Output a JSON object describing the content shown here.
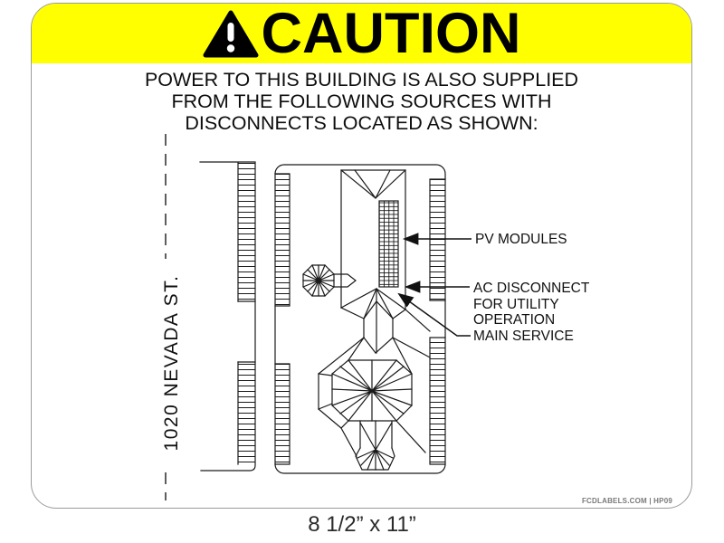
{
  "header": {
    "caution": "CAUTION",
    "banner_color": "#FFFF00",
    "text_color": "#000000"
  },
  "subtitle": {
    "lines": [
      "POWER TO THIS BUILDING IS ALSO SUPPLIED",
      "FROM THE FOLLOWING SOURCES WITH",
      "DISCONNECTS LOCATED AS SHOWN:"
    ]
  },
  "diagram": {
    "street_label": "1020 NEVADA ST.",
    "callouts": {
      "pv_modules": "PV MODULES",
      "ac_disconnect": [
        "AC DISCONNECT",
        "FOR UTILITY",
        "OPERATION"
      ],
      "main_service": "MAIN SERVICE"
    },
    "line_color": "#1a1a1a"
  },
  "footer": {
    "size": "8 1/2” x 11”",
    "credit": "FCDLABELS.COM | HP09"
  }
}
